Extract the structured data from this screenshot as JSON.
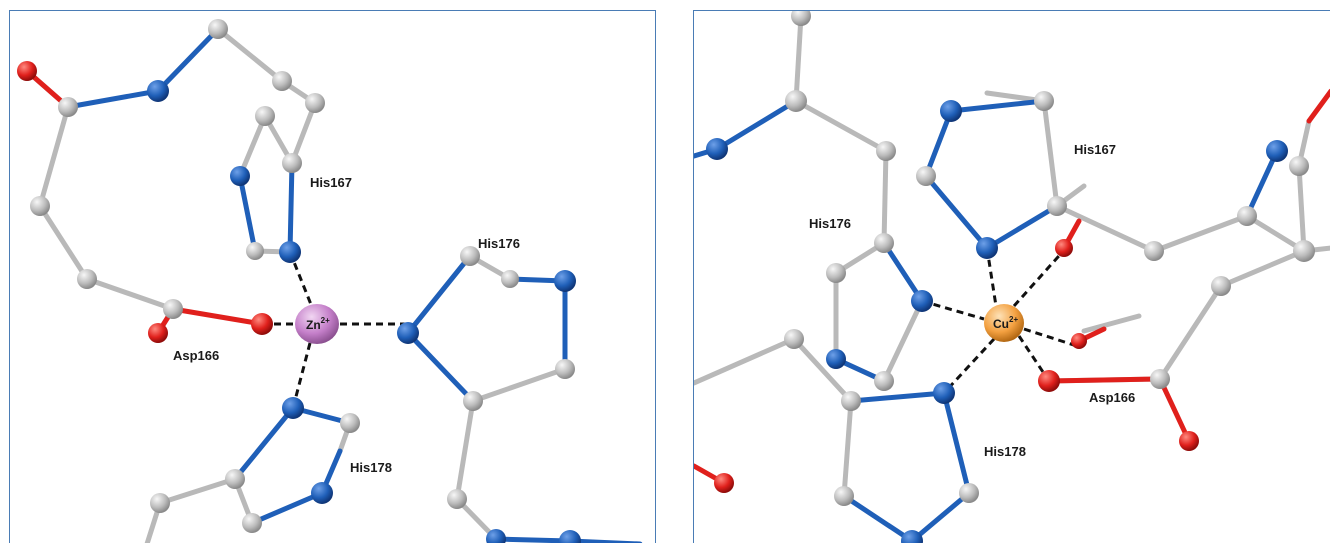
{
  "colors": {
    "carbon": "#c4c4c4",
    "nitrogen": "#1f5fb8",
    "oxygen": "#e0201c",
    "zinc": "#c47fc9",
    "copper": "#f3a040",
    "frame": "#4a7cb5",
    "coordination_bond": "#111111"
  },
  "left_panel": {
    "ion": {
      "symbol": "Zn",
      "charge": "2+"
    },
    "labels": {
      "his167": "His167",
      "his176": "His176",
      "his178": "His178",
      "asp166": "Asp166"
    }
  },
  "right_panel": {
    "ion": {
      "symbol": "Cu",
      "charge": "2+"
    },
    "labels": {
      "his167": "His167",
      "his176": "His176",
      "his178": "His178",
      "asp166": "Asp166"
    }
  }
}
